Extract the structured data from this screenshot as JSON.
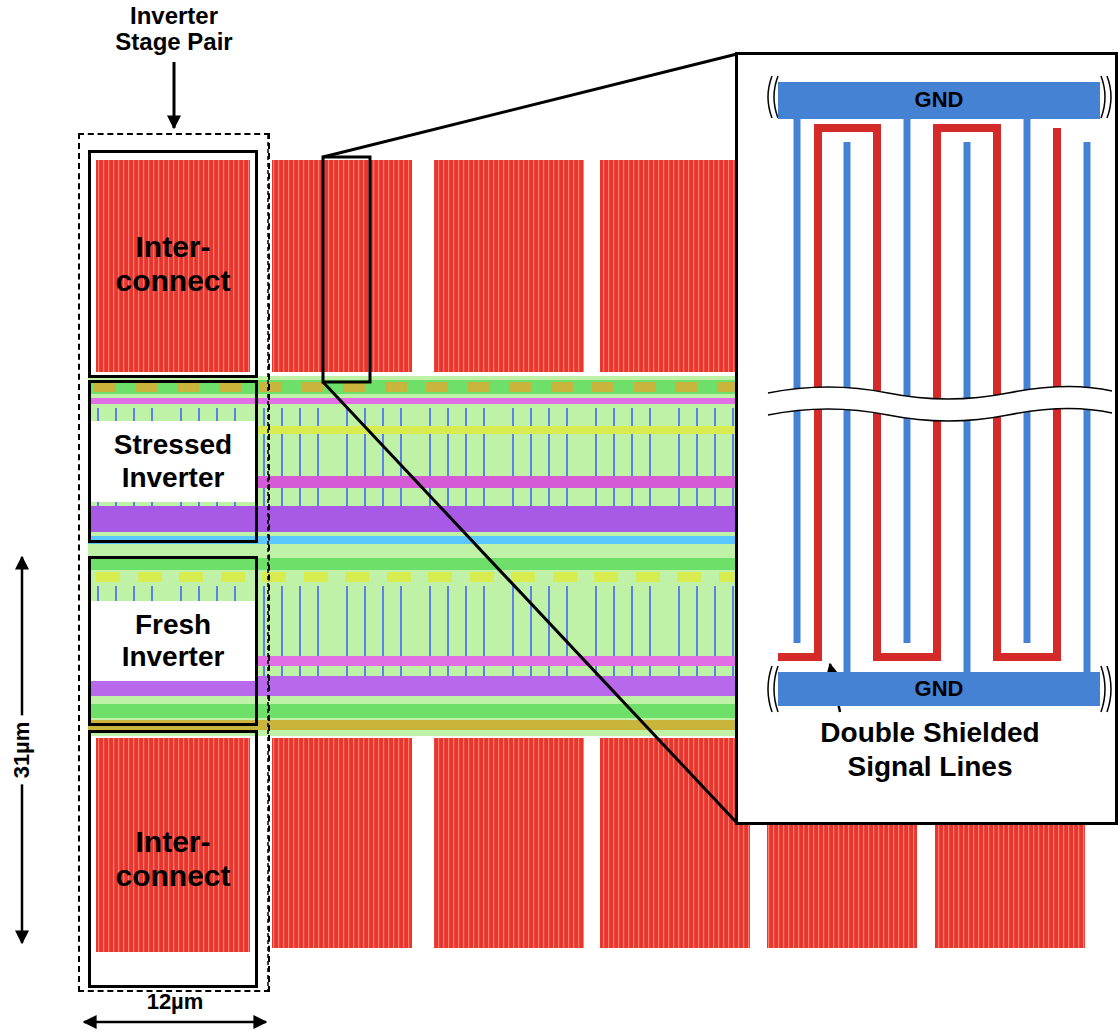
{
  "diagram": {
    "nodes": [
      {
        "text": [
          "Inverter Stage Pair"
        ]
      },
      {
        "text": [
          "Inter- connect"
        ],
        "in": 0
      },
      {
        "text": [
          "Stressed Inverter"
        ],
        "in": 0
      },
      {
        "text": [
          "Fresh Inverter"
        ],
        "in": 0
      },
      {
        "text": [
          "Inter- connect"
        ],
        "in": 0
      },
      {
        "text": [
          "Double Shielded Signal Lines"
        ]
      },
      {
        "text": [
          "GND"
        ],
        "in": 5
      },
      {
        "text": [
          "GND"
        ],
        "in": 5
      }
    ],
    "labels": [
      "31µm",
      "12µm"
    ]
  }
}
